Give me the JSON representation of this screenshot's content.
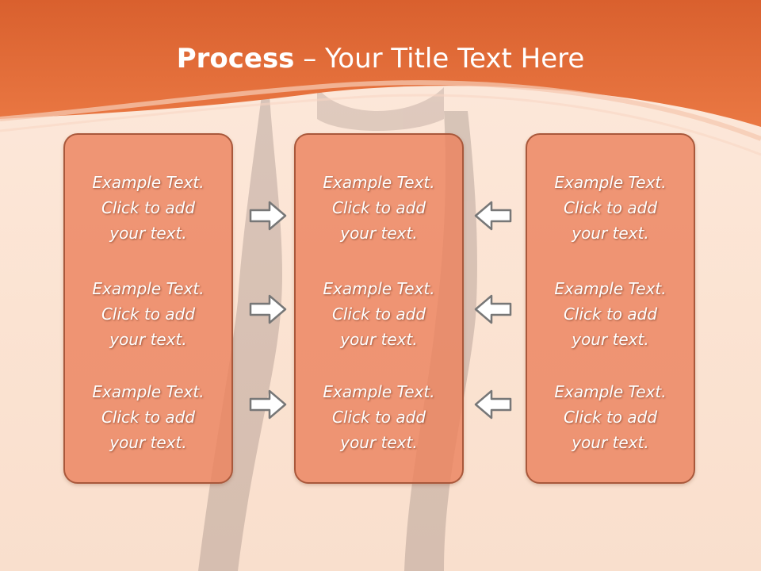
{
  "title": {
    "bold": "Process",
    "rest": " – Your Title Text Here"
  },
  "boxes": [
    {
      "items": [
        "Example Text.\nClick  to add\nyour text.",
        "Example Text.\nClick  to add\nyour text.",
        "Example Text.\nClick  to add\nyour text."
      ]
    },
    {
      "items": [
        "Example Text.\nClick  to add\nyour text.",
        "Example Text.\nClick  to add\nyour text.",
        "Example Text.\nClick  to add\nyour text."
      ]
    },
    {
      "items": [
        "Example Text.\nClick  to add\nyour text.",
        "Example Text.\nClick  to add\nyour text.",
        "Example Text.\nClick  to add\nyour text."
      ]
    }
  ],
  "arrows": {
    "left_column": "right-arrow-icon",
    "right_column": "left-arrow-icon"
  },
  "colors": {
    "header": "#e4733f",
    "box_fill": "#ec825e",
    "box_border": "#a9583b",
    "arrow_stroke": "#777777"
  }
}
